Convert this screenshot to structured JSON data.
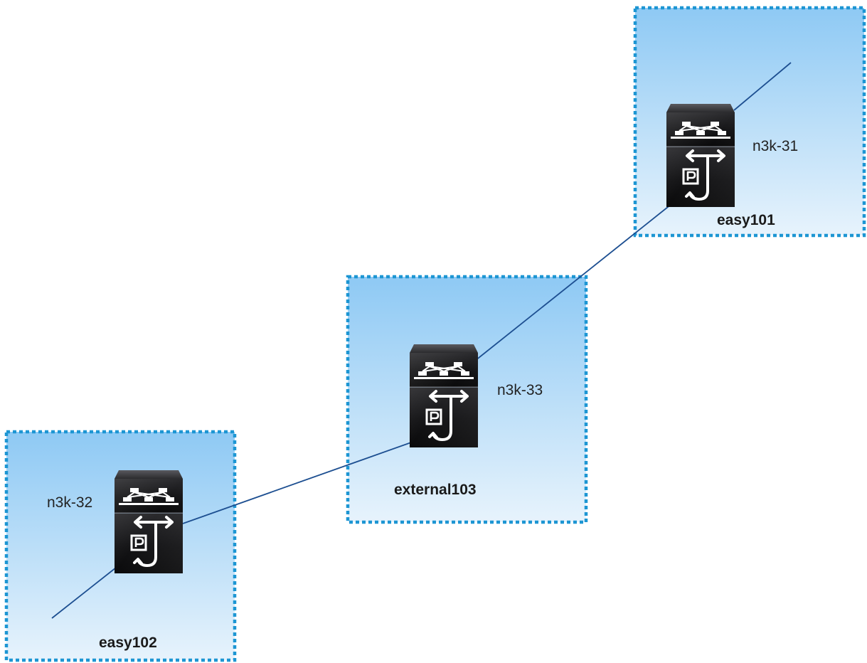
{
  "diagram": {
    "colors": {
      "zone_fill_top": "#8ec9f4",
      "zone_fill_bottom": "#e7f3fc",
      "zone_border": "#1d96d3",
      "link": "#1d4f91",
      "device_body": "#1c1c1e",
      "device_top": "#47474b",
      "device_glyph": "#ffffff"
    },
    "icon": "nexus-switch-icon",
    "zones": [
      {
        "id": "easy101",
        "label": "easy101",
        "device": {
          "hostname": "n3k-31"
        }
      },
      {
        "id": "external103",
        "label": "external103",
        "device": {
          "hostname": "n3k-33"
        }
      },
      {
        "id": "easy102",
        "label": "easy102",
        "device": {
          "hostname": "n3k-32"
        }
      }
    ],
    "links": [
      {
        "from": "n3k-31",
        "to": "n3k-33"
      },
      {
        "from": "n3k-33",
        "to": "n3k-32"
      }
    ],
    "stub_links": [
      {
        "device": "n3k-31",
        "direction": "up-right"
      },
      {
        "device": "n3k-32",
        "direction": "down-left"
      }
    ]
  }
}
